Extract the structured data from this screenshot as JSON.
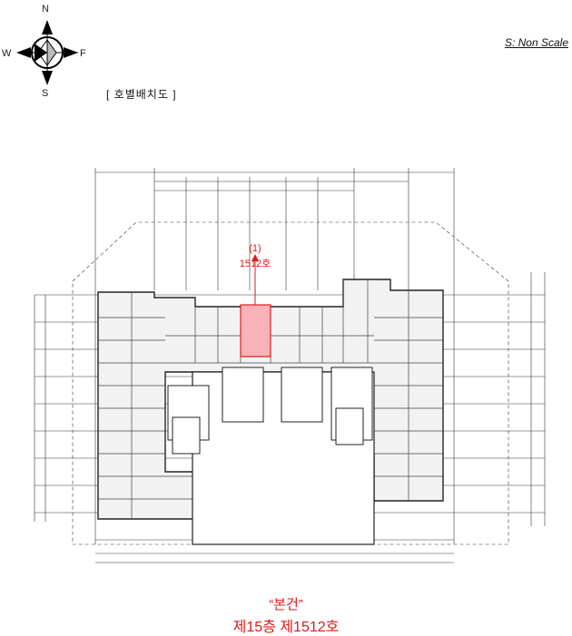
{
  "compass": {
    "n": "N",
    "s": "S",
    "w": "W",
    "e": "F"
  },
  "scale_note": "S: Non Scale",
  "caption": "[ 호별배치도 ]",
  "marker": {
    "index": "(1)",
    "unit": "1512호"
  },
  "footer": {
    "line1": "“본건”",
    "line2": "제15층 제1512호"
  },
  "colors": {
    "highlight": "#f7b3b8",
    "accent": "#e21b1b"
  }
}
